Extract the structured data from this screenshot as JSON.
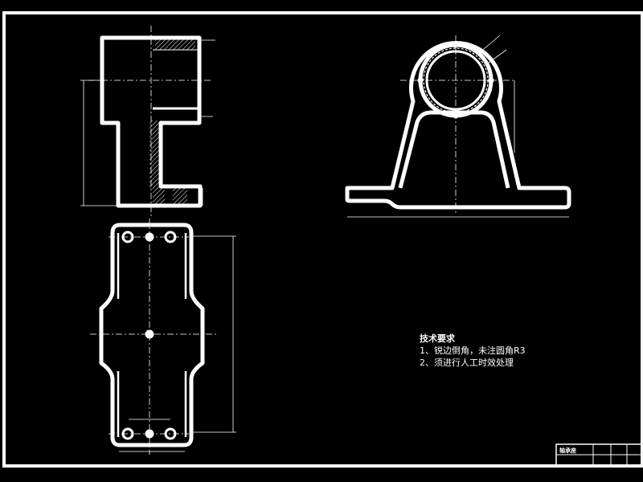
{
  "drawing": {
    "background_color": "#000000",
    "line_color": "#ffffff",
    "views": [
      "front-section-view",
      "top-view",
      "side-view"
    ]
  },
  "technical_requirements": {
    "title": "技术要求",
    "items": [
      "1、锐边倒角，未注圆角R3",
      "2、须进行人工时效处理"
    ]
  },
  "title_block": {
    "part_name": "轴承座"
  }
}
